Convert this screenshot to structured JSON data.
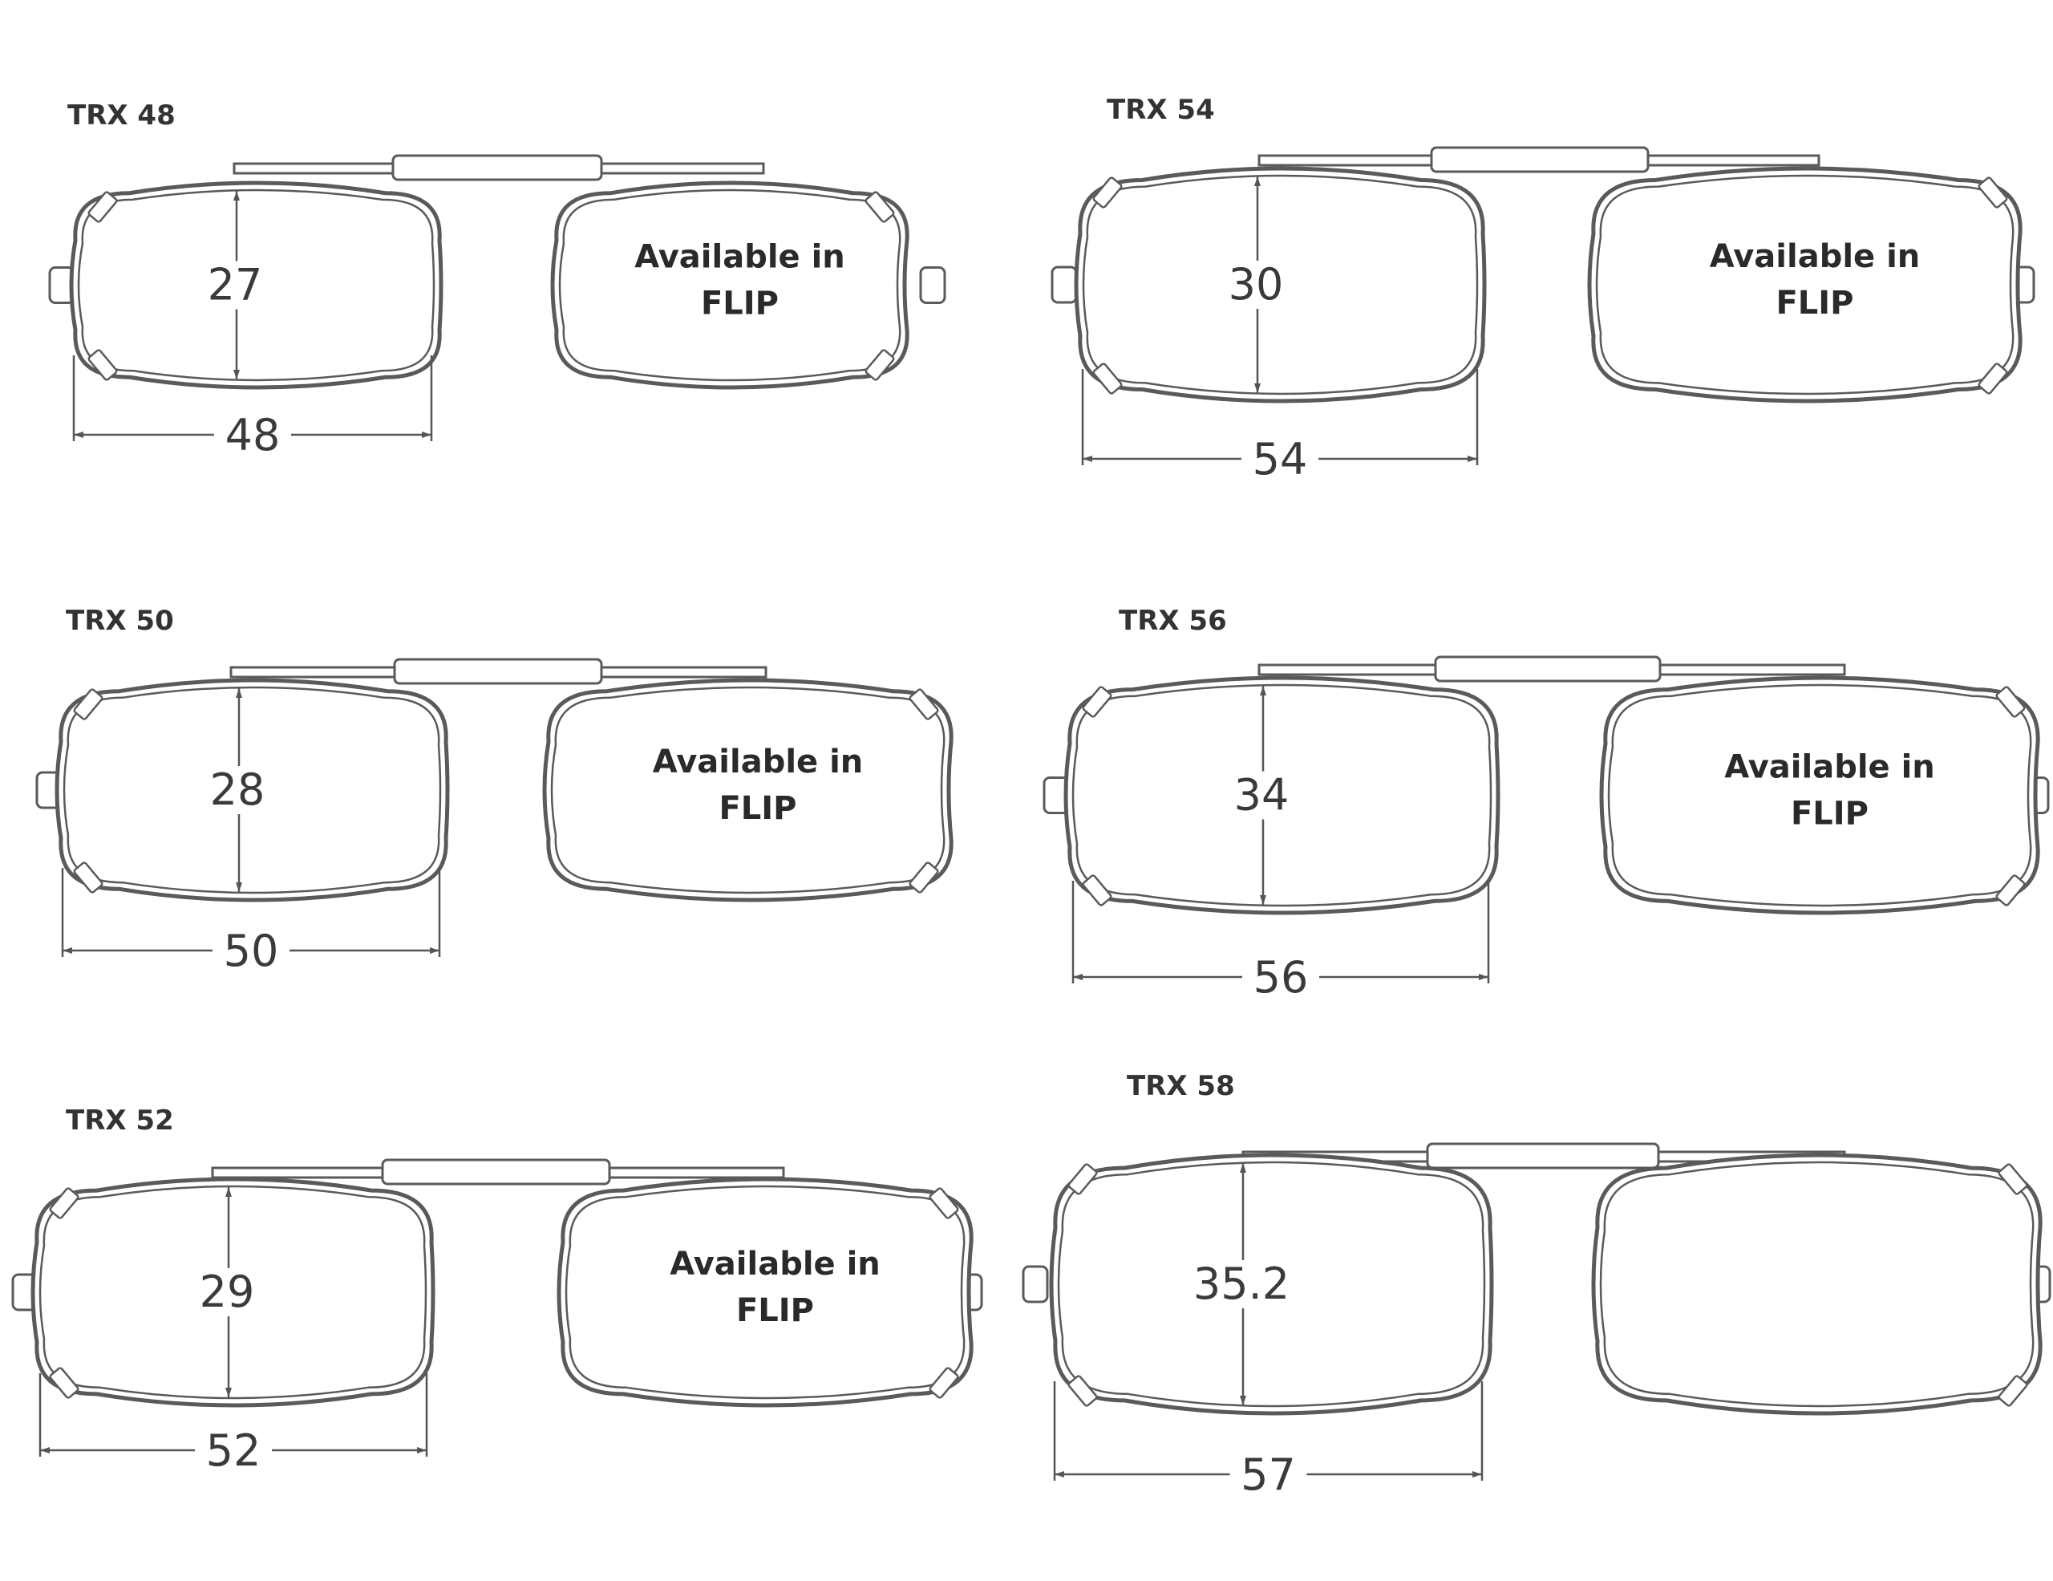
{
  "models": [
    {
      "label": "TRX 48",
      "height": "27",
      "width": "48",
      "availability": [
        "Available in",
        "FLIP"
      ]
    },
    {
      "label": "TRX 54",
      "height": "30",
      "width": "54",
      "availability": [
        "Available in",
        "FLIP"
      ]
    },
    {
      "label": "TRX 50",
      "height": "28",
      "width": "50",
      "availability": [
        "Available in",
        "FLIP"
      ]
    },
    {
      "label": "TRX 56",
      "height": "34",
      "width": "56",
      "availability": [
        "Available in",
        "FLIP"
      ]
    },
    {
      "label": "TRX 52",
      "height": "29",
      "width": "52",
      "availability": [
        "Available in",
        "FLIP"
      ]
    },
    {
      "label": "TRX 58",
      "height": "35.2",
      "width": "57",
      "availability": []
    }
  ]
}
